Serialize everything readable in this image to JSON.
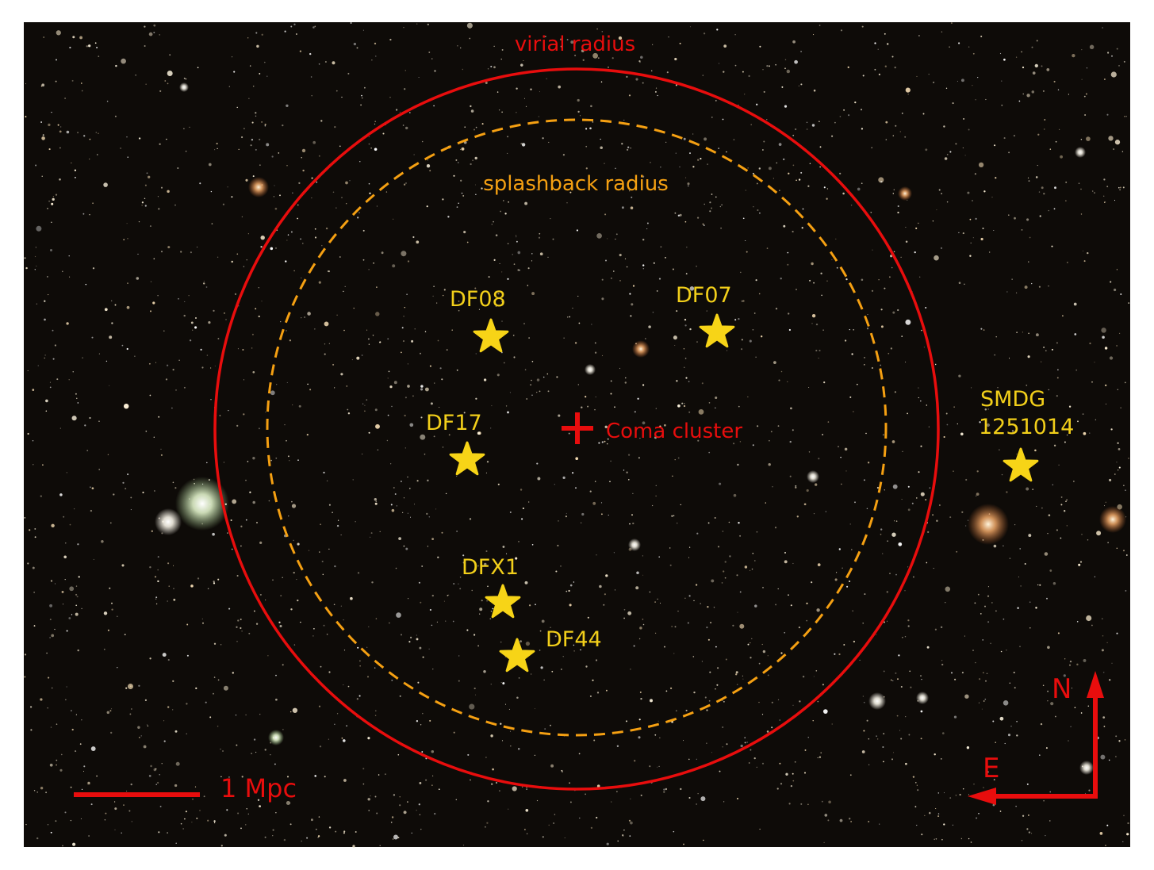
{
  "labels": {
    "virial": "virial radius",
    "splashback": "splashback radius",
    "cluster": "Coma cluster",
    "scale": "1 Mpc",
    "north": "N",
    "east": "E"
  },
  "galaxies": [
    {
      "id": "DF08",
      "label": "DF08"
    },
    {
      "id": "DF07",
      "label": "DF07"
    },
    {
      "id": "DF17",
      "label": "DF17"
    },
    {
      "id": "SMDG",
      "label": "SMDG",
      "label2": "1251014"
    },
    {
      "id": "DFX1",
      "label": "DFX1"
    },
    {
      "id": "DF44",
      "label": "DF44"
    }
  ],
  "colors": {
    "sky": "#0e0b08",
    "virial": "#e80d0d",
    "splashback": "#f5a012",
    "galaxy_marker": "#f7d417",
    "galaxy_label": "#f2cf1a",
    "annotation": "#e80d0d"
  }
}
